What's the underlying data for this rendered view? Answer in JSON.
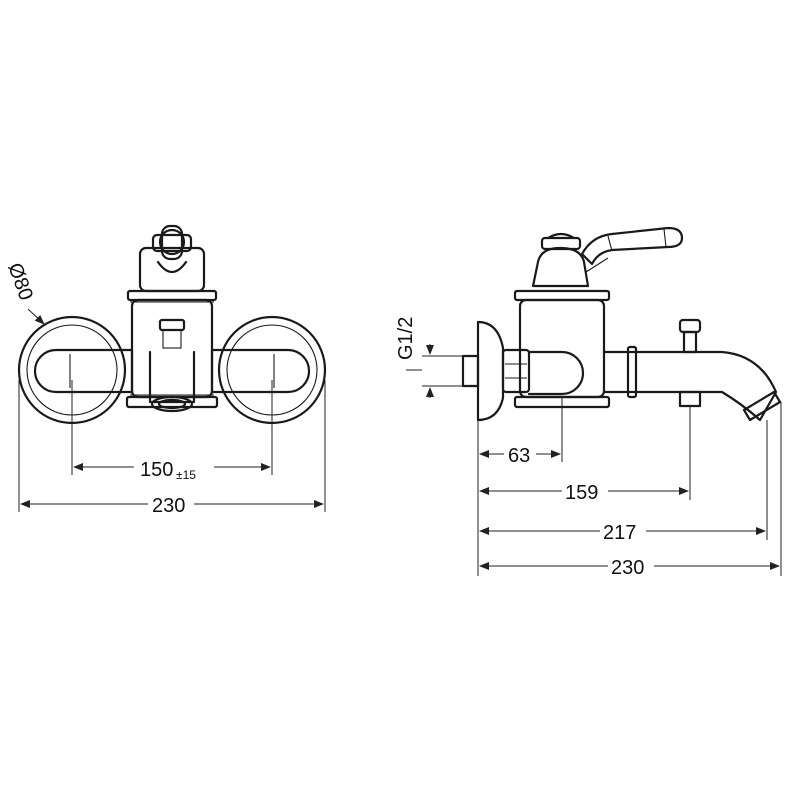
{
  "front_view": {
    "diameter_label": "Ø80",
    "center_spacing_value": "150",
    "center_spacing_tolerance": "±15",
    "overall_width": "230"
  },
  "side_view": {
    "thread_label": "G1/2",
    "dim_63": "63",
    "dim_159": "159",
    "dim_217": "217",
    "dim_230": "230"
  }
}
